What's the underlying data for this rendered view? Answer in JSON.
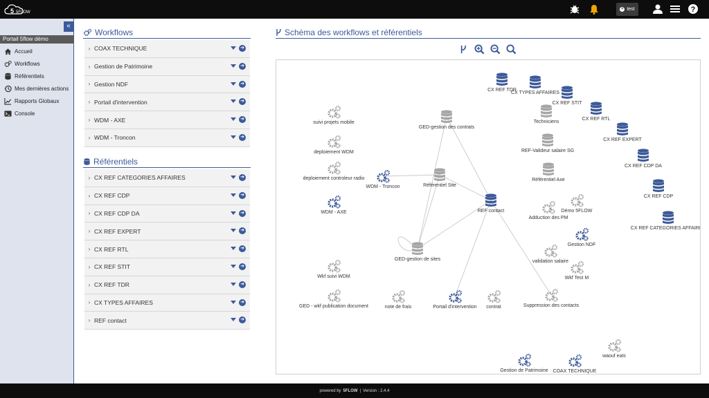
{
  "header": {
    "logo_text": "5FLOW",
    "user_label": "test",
    "icons": [
      "bug-icon",
      "bell-icon",
      "user-icon",
      "menu-icon",
      "help-icon"
    ]
  },
  "sidebar": {
    "portal_label": "Portail 5flow démo",
    "items": [
      {
        "label": "Accueil",
        "icon": "home-icon"
      },
      {
        "label": "Workflows",
        "icon": "cogs-icon"
      },
      {
        "label": "Référentiels",
        "icon": "database-icon"
      },
      {
        "label": "Mes dernières actions",
        "icon": "history-icon"
      },
      {
        "label": "Rapports Globaux",
        "icon": "chart-icon"
      },
      {
        "label": "Console",
        "icon": "console-icon"
      }
    ]
  },
  "workflows": {
    "title": "Workflows",
    "items": [
      "COAX TECHNIQUE",
      "Gestion de Patrimoine",
      "Gestion NDF",
      "Portail d'intervention",
      "WDM - AXE",
      "WDM - Troncon"
    ]
  },
  "referentiels": {
    "title": "Référentiels",
    "items": [
      "CX REF CATEGORIES AFFAIRES",
      "CX REF CDP",
      "CX REF CDP DA",
      "CX REF EXPERT",
      "CX REF RTL",
      "CX REF STIT",
      "CX REF TDR",
      "CX TYPES AFFAIRES",
      "REF contact"
    ]
  },
  "schema": {
    "title": "Schéma des workflows et référentiels",
    "tools": [
      "branch-icon",
      "zoom-in-icon",
      "zoom-out-icon",
      "zoom-fit-icon"
    ],
    "colors": {
      "blue": "#3d5a99",
      "gray": "#a6a6a6"
    },
    "nodes": [
      {
        "id": "n1",
        "label": "CX REF TDR",
        "kind": "db",
        "color": "blue"
      },
      {
        "id": "n2",
        "label": "CX TYPES AFFAIRES",
        "kind": "db",
        "color": "blue"
      },
      {
        "id": "n3",
        "label": "CX REF STIT",
        "kind": "db",
        "color": "blue"
      },
      {
        "id": "n4",
        "label": "CX REF RTL",
        "kind": "db",
        "color": "blue"
      },
      {
        "id": "n5",
        "label": "CX REF EXPERT",
        "kind": "db",
        "color": "blue"
      },
      {
        "id": "n6",
        "label": "CX REF CDP DA",
        "kind": "db",
        "color": "blue"
      },
      {
        "id": "n7",
        "label": "CX REF CDP",
        "kind": "db",
        "color": "blue"
      },
      {
        "id": "n8",
        "label": "CX REF CATEGORIES AFFAIRES",
        "kind": "db",
        "color": "blue"
      },
      {
        "id": "n9",
        "label": "REF contact",
        "kind": "db",
        "color": "blue"
      },
      {
        "id": "n10",
        "label": "GED-gestion des contrats",
        "kind": "db",
        "color": "gray"
      },
      {
        "id": "n11",
        "label": "Référentiel Site",
        "kind": "db",
        "color": "gray"
      },
      {
        "id": "n12",
        "label": "GED-gestion de sites",
        "kind": "db",
        "color": "gray"
      },
      {
        "id": "n13",
        "label": "Techniciens",
        "kind": "db",
        "color": "gray"
      },
      {
        "id": "n14",
        "label": "REF-Valideur salaire SG",
        "kind": "db",
        "color": "gray"
      },
      {
        "id": "n15",
        "label": "Référentiel Axe",
        "kind": "db",
        "color": "gray"
      },
      {
        "id": "n16",
        "label": "suivi projets mobile",
        "kind": "wf",
        "color": "gray"
      },
      {
        "id": "n17",
        "label": "deploiement WDM",
        "kind": "wf",
        "color": "gray"
      },
      {
        "id": "n18",
        "label": "deploiement controleur radio",
        "kind": "wf",
        "color": "gray"
      },
      {
        "id": "n19",
        "label": "WDM - Troncon",
        "kind": "wf",
        "color": "blue"
      },
      {
        "id": "n20",
        "label": "WDM - AXE",
        "kind": "wf",
        "color": "blue"
      },
      {
        "id": "n21",
        "label": "Wkf suivi WDM",
        "kind": "wf",
        "color": "gray"
      },
      {
        "id": "n22",
        "label": "GED - wkf publication document",
        "kind": "wf",
        "color": "gray"
      },
      {
        "id": "n23",
        "label": "note de frais",
        "kind": "wf",
        "color": "gray"
      },
      {
        "id": "n24",
        "label": "Portail d'intervention",
        "kind": "wf",
        "color": "blue"
      },
      {
        "id": "n25",
        "label": "contrat",
        "kind": "wf",
        "color": "gray"
      },
      {
        "id": "n26",
        "label": "Suppression des contacts",
        "kind": "wf",
        "color": "gray"
      },
      {
        "id": "n27",
        "label": "Adduction des PM",
        "kind": "wf",
        "color": "gray"
      },
      {
        "id": "n28",
        "label": "Démo 5FLOW",
        "kind": "wf",
        "color": "gray"
      },
      {
        "id": "n29",
        "label": "Gestion NDF",
        "kind": "wf",
        "color": "blue"
      },
      {
        "id": "n30",
        "label": "validation salaire",
        "kind": "wf",
        "color": "gray"
      },
      {
        "id": "n31",
        "label": "Wkf Test M",
        "kind": "wf",
        "color": "gray"
      },
      {
        "id": "n32",
        "label": "waouf eats",
        "kind": "wf",
        "color": "gray"
      },
      {
        "id": "n33",
        "label": "Gestion de Patrimoine",
        "kind": "wf",
        "color": "blue"
      },
      {
        "id": "n34",
        "label": "COAX TECHNIQUE",
        "kind": "wf",
        "color": "blue"
      }
    ],
    "edges": [
      [
        "n10",
        "n9"
      ],
      [
        "n10",
        "n12"
      ],
      [
        "n11",
        "n9"
      ],
      [
        "n19",
        "n11"
      ],
      [
        "n11",
        "n12"
      ],
      [
        "n12",
        "n9"
      ],
      [
        "n12",
        "n12"
      ],
      [
        "n24",
        "n9"
      ],
      [
        "n26",
        "n9"
      ]
    ]
  },
  "footer": {
    "powered": "powered by",
    "brand": "5FLOW",
    "sep": "|",
    "version": "Version : 2.4.4"
  }
}
